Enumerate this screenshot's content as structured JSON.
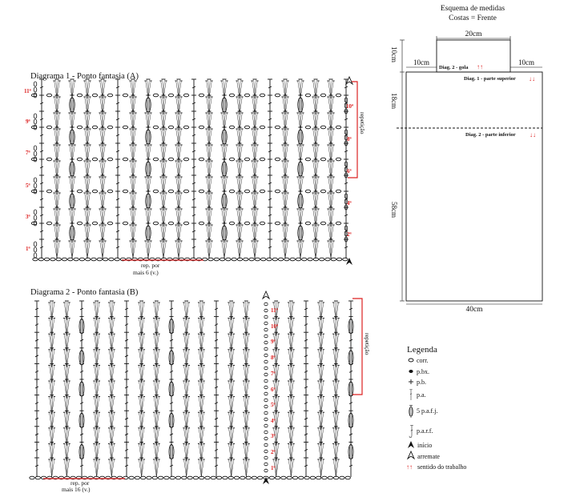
{
  "diagram1": {
    "title": "Diagrama 1 - Ponto fantasia (A)",
    "row_labels_left": [
      "11ª",
      "9ª",
      "7ª",
      "5ª",
      "3ª",
      "1ª"
    ],
    "row_labels_right": [
      "10ª",
      "8ª",
      "6ª",
      "4ª",
      "2ª"
    ],
    "repeat_vertical": "repetição",
    "repeat_horizontal_line1": "rep. por",
    "repeat_horizontal_line2": "mais 6  (v.)"
  },
  "diagram2": {
    "title": "Diagrama 2 - Ponto fantasia (B)",
    "row_labels": [
      "11ª",
      "10ª",
      "9ª",
      "8ª",
      "7ª",
      "6ª",
      "5ª",
      "4ª",
      "3ª",
      "2ª",
      "1ª"
    ],
    "repeat_vertical": "repetição",
    "repeat_horizontal_line1": "rep. por",
    "repeat_horizontal_line2": "mais 16  (v.)"
  },
  "schematic": {
    "title_line1": "Esquema de medidas",
    "title_line2": "Costas = Frente",
    "dim_top": "20cm",
    "dim_left_shoulder": "10cm",
    "dim_right_shoulder": "10cm",
    "dim_neck_height": "10cm",
    "dim_upper": "18cm",
    "dim_lower": "58cm",
    "dim_bottom": "40cm",
    "label_gola": "Diag. 2 - gola",
    "label_upper": "Diag. 1 - parte superior",
    "label_lower": "Diag. 2 - parte inferior",
    "arrows_up": "↑↑",
    "arrows_down": "↓↓"
  },
  "legend": {
    "title": "Legenda",
    "items": [
      {
        "icon": "chain-icon",
        "label": "corr."
      },
      {
        "icon": "slip-stitch-icon",
        "label": "p.bx."
      },
      {
        "icon": "single-crochet-icon",
        "label": "p.b."
      },
      {
        "icon": "double-crochet-icon",
        "label": "p.a."
      },
      {
        "icon": "five-dc-cluster-icon",
        "label": "5 p.a.f.j."
      },
      {
        "icon": "raised-dc-icon",
        "label": "p.a.r.f."
      },
      {
        "icon": "start-icon",
        "label": "início"
      },
      {
        "icon": "finish-icon",
        "label": "arremate"
      },
      {
        "icon": "work-direction-icon",
        "label": "sentido do trabalho"
      }
    ]
  },
  "colors": {
    "accent": "#dd2222",
    "ink": "#111111"
  }
}
